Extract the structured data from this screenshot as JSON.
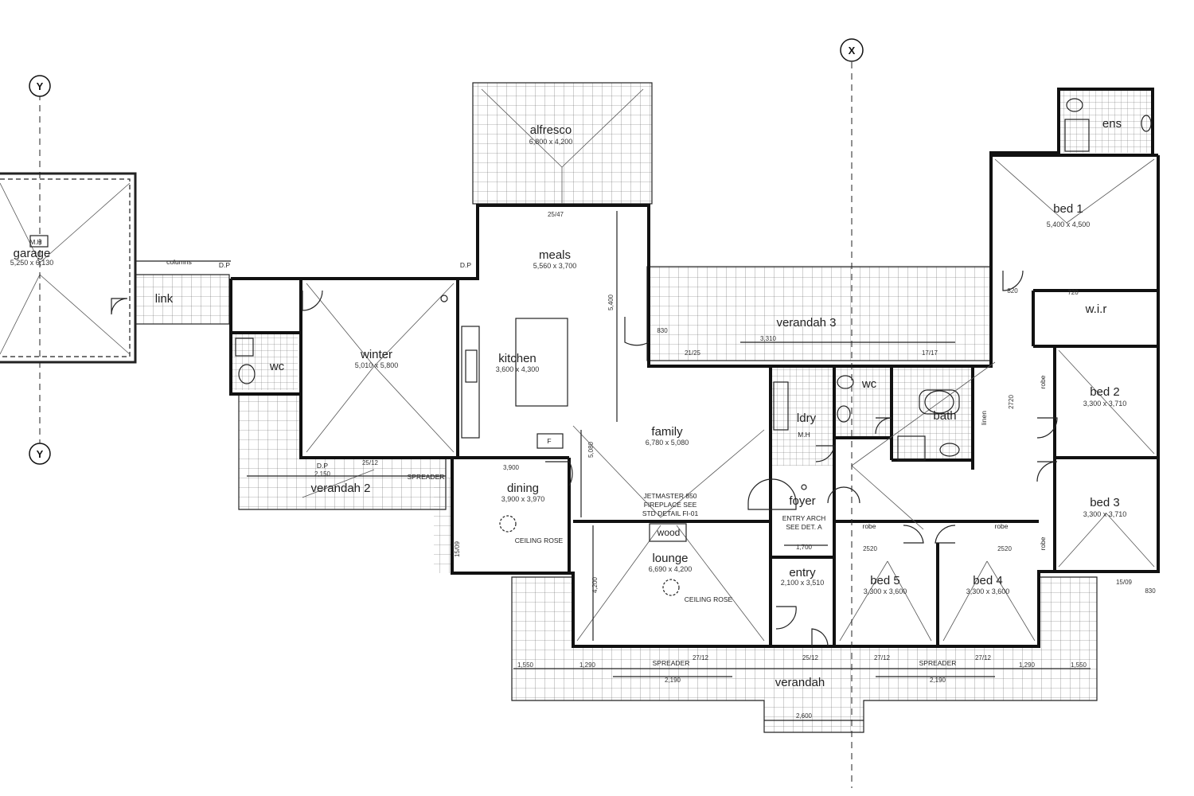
{
  "axes": {
    "x": "X",
    "y_top": "Y",
    "y_bottom": "Y"
  },
  "rooms": {
    "garage": {
      "name": "garage",
      "size": "5,250 x 6,130"
    },
    "link": {
      "name": "link"
    },
    "winter": {
      "name": "winter",
      "size": "5,010 x 5,800"
    },
    "wc_left": {
      "name": "wc"
    },
    "alfresco": {
      "name": "alfresco",
      "size": "6,800 x 4,200"
    },
    "meals": {
      "name": "meals",
      "size": "5,560 x 3,700"
    },
    "kitchen": {
      "name": "kitchen",
      "size": "3,600 x 4,300"
    },
    "family": {
      "name": "family",
      "size": "6,780 x 5,080"
    },
    "dining": {
      "name": "dining",
      "size": "3,900 x 3,970"
    },
    "lounge": {
      "name": "lounge",
      "size": "6,690 x 4,200"
    },
    "foyer": {
      "name": "foyer"
    },
    "entry": {
      "name": "entry",
      "size": "2,100 x 3,510"
    },
    "ldry": {
      "name": "ldry"
    },
    "wc_right": {
      "name": "wc"
    },
    "bath": {
      "name": "bath"
    },
    "bed1": {
      "name": "bed 1",
      "size": "5,400 x 4,500"
    },
    "ens": {
      "name": "ens"
    },
    "wir": {
      "name": "w.i.r"
    },
    "bed2": {
      "name": "bed 2",
      "size": "3,300 x 3,710"
    },
    "bed3": {
      "name": "bed 3",
      "size": "3,300 x 3,710"
    },
    "bed4": {
      "name": "bed 4",
      "size": "3,300 x 3,600"
    },
    "bed5": {
      "name": "bed 5",
      "size": "3,300 x 3,600"
    },
    "robe_a": {
      "name": "robe"
    },
    "robe_b": {
      "name": "robe"
    },
    "robe_c": {
      "name": "robe"
    },
    "robe_d": {
      "name": "robe"
    },
    "linen": {
      "name": "linen"
    },
    "verandah": {
      "name": "verandah"
    },
    "verandah2": {
      "name": "verandah 2"
    },
    "verandah3": {
      "name": "verandah 3"
    }
  },
  "notes": {
    "fireplace1": "JETMASTER 850",
    "fireplace2": "FIREPLACE SEE",
    "fireplace3": "STD DETAIL FI-01",
    "wood": "wood",
    "ceiling_rose_dining": "CEILING ROSE",
    "ceiling_rose_lounge": "CEILING ROSE",
    "entry_arch1": "ENTRY ARCH",
    "entry_arch2": "SEE DET. A",
    "columns": "columns",
    "spreader_left": "SPREADER",
    "spreader_mid": "SPREADER",
    "spreader_right": "SPREADER",
    "dp1": "D.P",
    "dp2": "D.P",
    "dp3": "D.P",
    "mh": "M.H",
    "mh2": "M.H",
    "f": "F"
  },
  "dims": {
    "d2600": "2,600",
    "d2190a": "2,190",
    "d2190b": "2,190",
    "d1550": "1,550",
    "d1290a": "1,290",
    "d1290b": "1,290",
    "d1550b": "1,550",
    "d1700": "1,700",
    "d3900": "3,900",
    "d5400": "5,400",
    "d4200": "4,200",
    "d5080": "5,080",
    "d3310": "3,310",
    "d2150": "2,150",
    "d830a": "830",
    "d830b": "830",
    "d820": "820",
    "d720": "720",
    "d2520a": "2520",
    "d2520b": "2520",
    "d2720": "2720",
    "p2512a": "25/12",
    "p2512b": "25/12",
    "p2712a": "27/12",
    "p2712b": "27/12",
    "p2712c": "27/12",
    "p2547": "25/47",
    "p1509a": "15/09",
    "p1509b": "15/09",
    "p2125": "21/25",
    "p1717": "17/17"
  }
}
